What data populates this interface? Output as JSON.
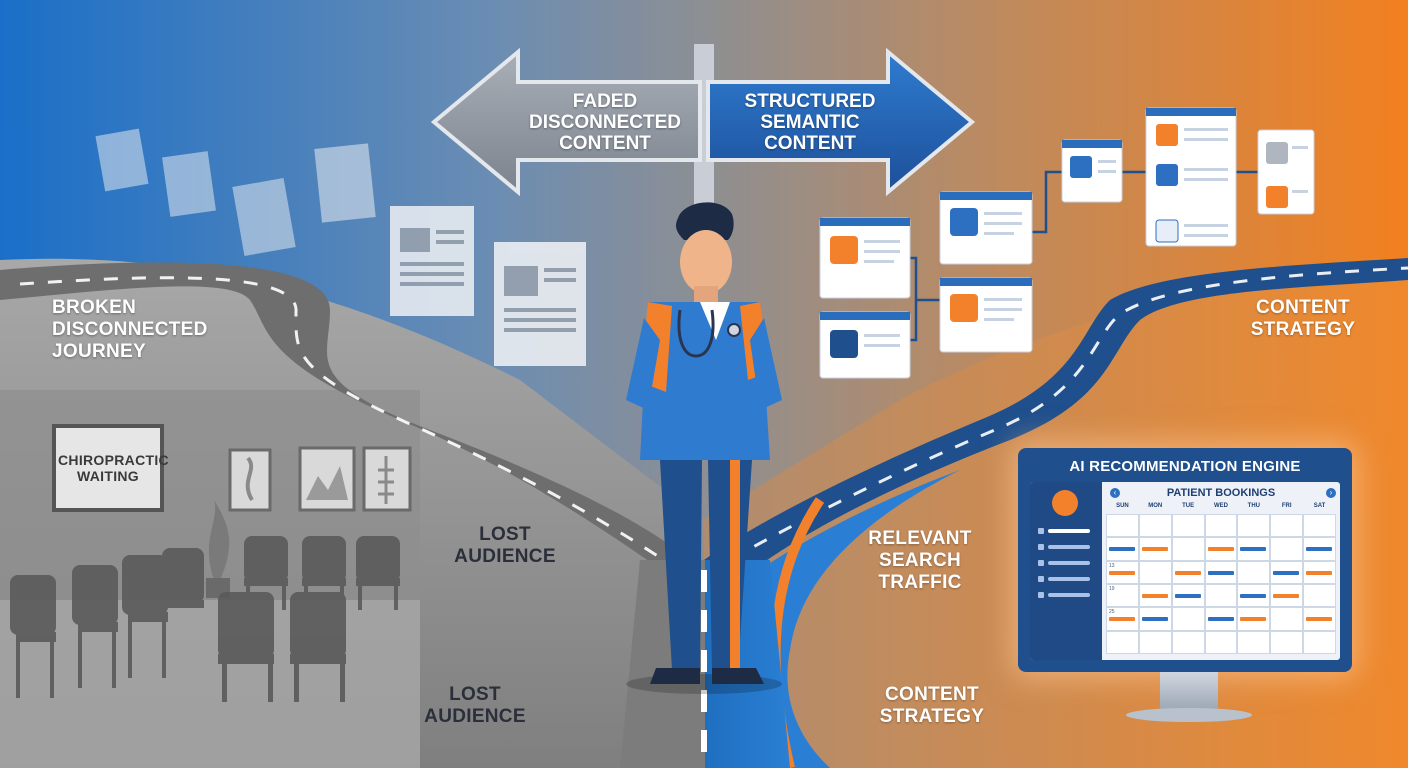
{
  "signpost": {
    "left_arrow": [
      "FADED",
      "DISCONNECTED",
      "CONTENT"
    ],
    "right_arrow": [
      "STRUCTURED",
      "SEMANTIC",
      "CONTENT"
    ]
  },
  "left_side": {
    "journey_label": [
      "BROKEN",
      "DISCONNECTED",
      "JOURNEY"
    ],
    "waiting_sign": [
      "CHIROPRACTIC",
      "WAITING"
    ],
    "lost_audience_1": [
      "LOST",
      "AUDIENCE"
    ],
    "lost_audience_2": [
      "LOST",
      "AUDIENCE"
    ]
  },
  "right_side": {
    "content_strategy_top": [
      "CONTENT",
      "STRATEGY"
    ],
    "relevant_search": [
      "RELEVANT",
      "SEARCH",
      "TRAFFIC"
    ],
    "content_strategy_bottom": [
      "CONTENT",
      "STRATEGY"
    ]
  },
  "monitor": {
    "title": "AI RECOMMENDATION ENGINE",
    "calendar_title": "PATIENT BOOKINGS",
    "days": [
      "SUN",
      "MON",
      "TUE",
      "WED",
      "THU",
      "FRI",
      "SAT"
    ],
    "weeks": [
      [
        "",
        "",
        "",
        "",
        "",
        "",
        ""
      ],
      [
        "",
        "",
        "",
        "",
        "",
        "",
        ""
      ],
      [
        "13",
        "",
        "",
        "",
        "",
        "",
        ""
      ],
      [
        "19",
        "",
        "",
        "",
        "",
        "",
        ""
      ],
      [
        "25",
        "",
        "",
        "",
        "",
        "",
        ""
      ],
      [
        "",
        "",
        "",
        "",
        "",
        "",
        ""
      ]
    ]
  },
  "colors": {
    "blue": "#1f6fc0",
    "orange": "#f3802a",
    "grey": "#9a9a9a",
    "navy": "#1f4f8c"
  }
}
